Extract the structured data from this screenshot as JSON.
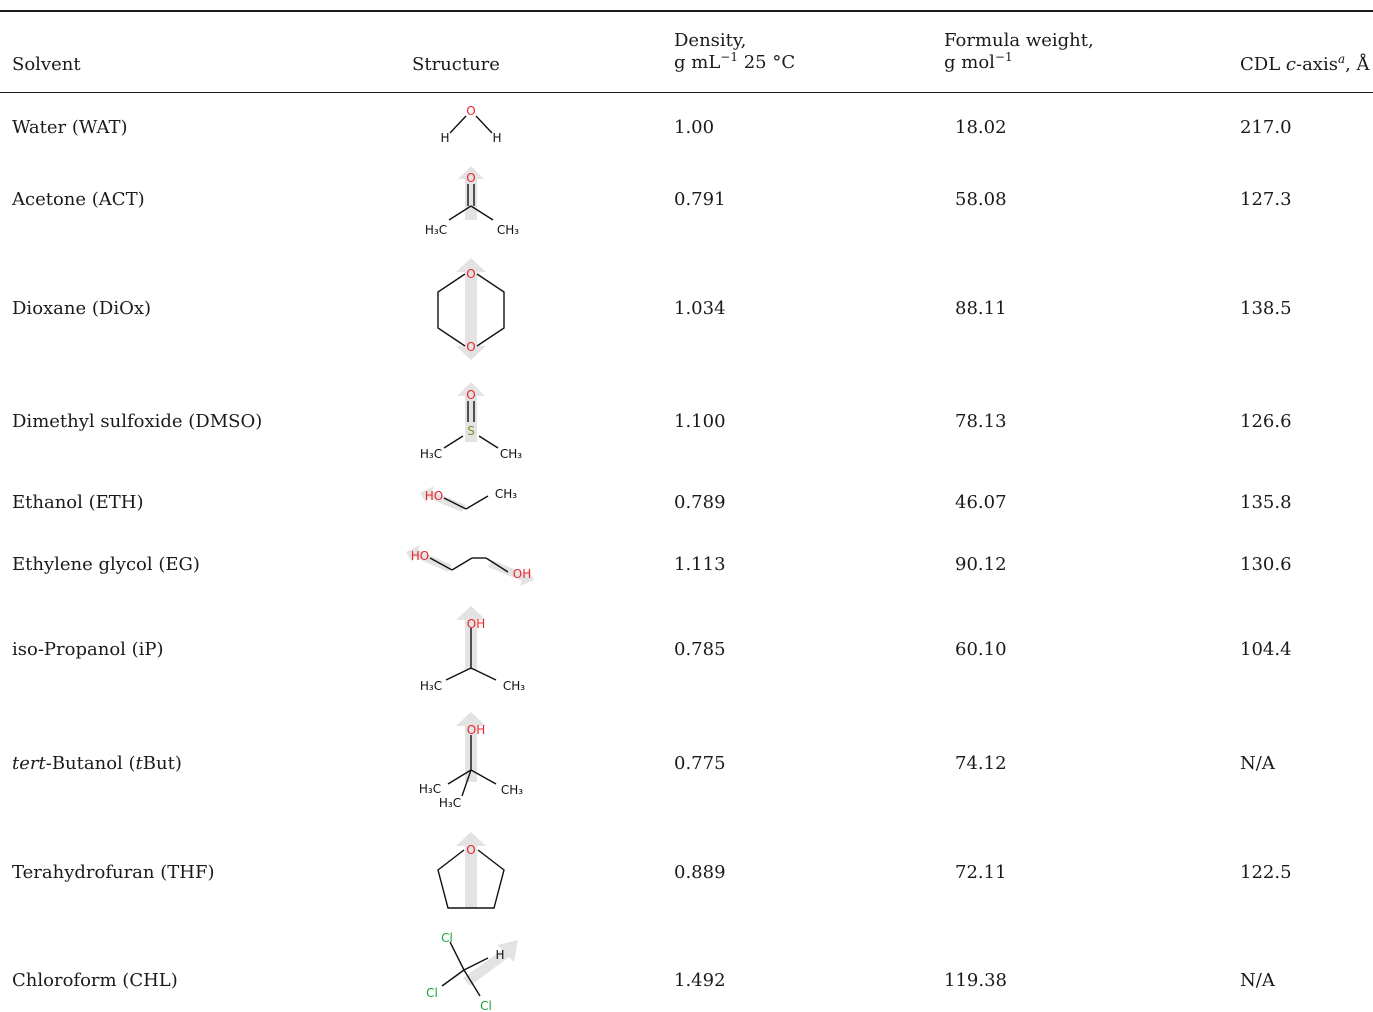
{
  "headers": {
    "solvent": "Solvent",
    "structure": "Structure",
    "density_line1": "Density,",
    "density_unit_a": "g mL",
    "density_exp": "−1",
    "density_unit_b": " 25 °C",
    "fw_line1": "Formula weight,",
    "fw_unit": "g mol",
    "fw_exp": "−1",
    "cdl_a": "CDL ",
    "cdl_italic": "c",
    "cdl_b": "-axis",
    "cdl_sup": "a",
    "cdl_c": ", Å"
  },
  "rows": [
    {
      "solvent": "Water (WAT)",
      "density": "1.00",
      "fw": "18.02",
      "cdl": "217.0"
    },
    {
      "solvent": "Acetone (ACT)",
      "density": "0.791",
      "fw": "58.08",
      "cdl": "127.3"
    },
    {
      "solvent": "Dioxane (DiOx)",
      "density": "1.034",
      "fw": "88.11",
      "cdl": "138.5"
    },
    {
      "solvent": "Dimethyl sulfoxide (DMSO)",
      "density": "1.100",
      "fw": "78.13",
      "cdl": "126.6"
    },
    {
      "solvent": "Ethanol (ETH)",
      "density": "0.789",
      "fw": "46.07",
      "cdl": "135.8"
    },
    {
      "solvent": "Ethylene glycol (EG)",
      "density": "1.113",
      "fw": "90.12",
      "cdl": "130.6"
    },
    {
      "solvent": "iso-Propanol (iP)",
      "density": "0.785",
      "fw": "60.10",
      "cdl": "104.4"
    },
    {
      "solvent_italic": "tert",
      "solvent_mid": "-Butanol (",
      "solvent_italic2": "t",
      "solvent_end": "But)",
      "density": "0.775",
      "fw": "74.12",
      "cdl": "N/A"
    },
    {
      "solvent": "Terahydrofuran (THF)",
      "density": "0.889",
      "fw": "72.11",
      "cdl": "122.5"
    },
    {
      "solvent": "Chloroform (CHL)",
      "density": "1.492",
      "fw": "119.38",
      "cdl": "N/A"
    }
  ],
  "atoms": {
    "O": "O",
    "H": "H",
    "S": "S",
    "Cl": "Cl",
    "OH": "OH",
    "HO": "HO",
    "H3C": "H₃C",
    "CH3": "CH₃"
  },
  "colors": {
    "oxygen": "#e8262b",
    "sulfur": "#8a8a2e",
    "chlorine": "#1fa33a",
    "bond": "#111111",
    "dipole_arrow": "#e3e3e3"
  }
}
